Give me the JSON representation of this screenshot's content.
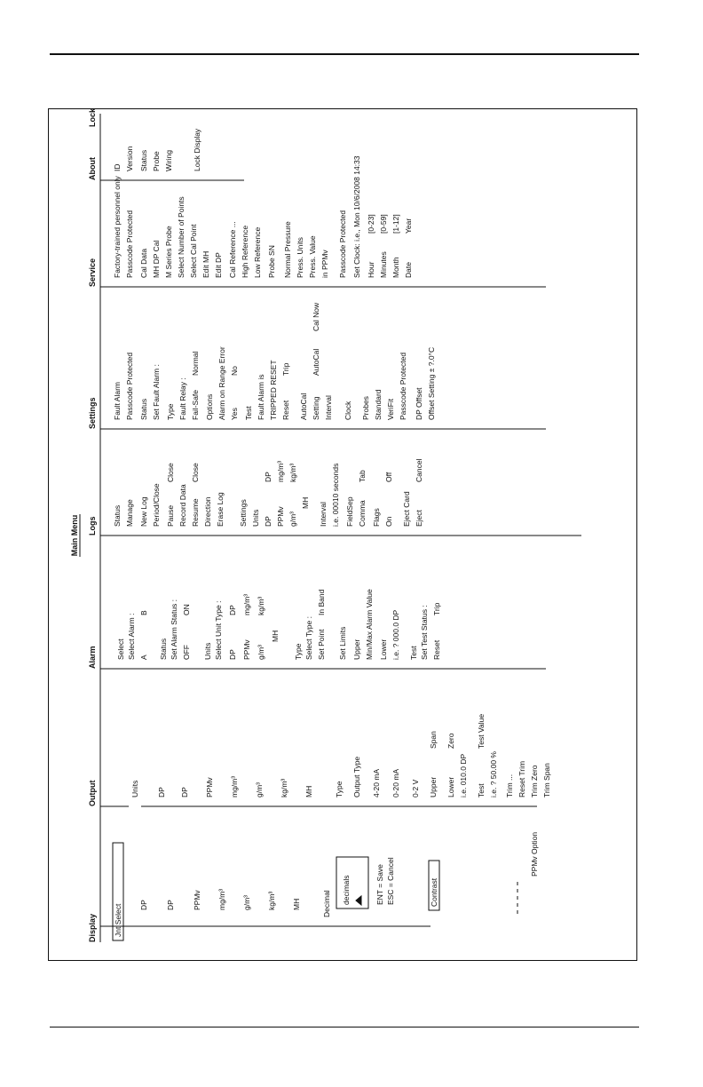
{
  "page": {
    "title": "Main Menu"
  },
  "diagram": {
    "sections": [
      {
        "id": "display",
        "label": "Display"
      },
      {
        "id": "output",
        "label": "Output"
      },
      {
        "id": "alarm",
        "label": "Alarm"
      },
      {
        "id": "logs",
        "label": "Logs"
      },
      {
        "id": "settings",
        "label": "Settings"
      },
      {
        "id": "service",
        "label": "Service"
      },
      {
        "id": "about",
        "label": "About"
      },
      {
        "id": "lock",
        "label": "Lock"
      }
    ],
    "labels": {
      "display_select": "Jnt Select",
      "display_units": [
        "DP",
        "DP",
        "PPMv",
        "mg/m³",
        "g/m³",
        "kg/m³",
        "MH"
      ],
      "decimal": "Decimal",
      "decimals": "decimals",
      "ent_save": "ENT = Save",
      "esc_cancel": "ESC = Cancel",
      "contrast": "Contrast",
      "ppmv_option": "PPMv Option",
      "output_units": "Units",
      "output_unit_list": [
        "DP",
        "DP",
        "PPMv",
        "mg/m³",
        "g/m³",
        "kg/m³",
        "MH"
      ],
      "output_type": "Type",
      "output_type_list": [
        "Output Type",
        "4-20 mA",
        "0-20 mA",
        "0-2 V"
      ],
      "upper": "Upper",
      "span": "Span",
      "lower": "Lower",
      "zero": "Zero",
      "example_dp": "i.e. 010.0 DP",
      "test": "Test",
      "test_value": "Test Value",
      "example_pct": "i.e. ? 50.00 %",
      "trim": "Trim ...",
      "reset_trim": "Reset Trim",
      "trim_zero": "Trim Zero",
      "trim_span": "Trim Span",
      "alarm_select": "Select",
      "select_alarm": "Select Alarm :",
      "alarm_a": "A",
      "alarm_b": "B",
      "alarm_status": "Status",
      "set_alarm_status": "Set Alarm Status :",
      "off": "OFF",
      "on": "ON",
      "alarm_units": "Units",
      "select_unit_type": "Select Unit Type :",
      "alarm_unit_list": [
        "DP",
        "DP",
        "mg/m³",
        "PPMv",
        "kg/m³",
        "g/m³",
        "MH"
      ],
      "alarm_type": "Type",
      "select_type": "Select Type :",
      "in_band": "In Band",
      "set_point": "Set Point",
      "alarm_limits": "Set Limits",
      "alarm_upper": "Upper",
      "min_max_value": "Min/Max Alarm Value",
      "alarm_lower": "Lower",
      "example_alarm_dp": "i.e. ? 000.0 DP",
      "alarm_test": "Test",
      "set_test_status": "Set Test Status :",
      "reset": "Reset",
      "trip": "Trip",
      "logs_status": "Status",
      "logs_manage": "Manage",
      "new_log": "New Log",
      "period_close": "Period/Close",
      "pause": "Pause",
      "close": "Close",
      "record_data": "Record Data",
      "resume": "Resume",
      "close_2": "Close",
      "direction": "Direction",
      "erase_log": "Erase Log",
      "logs_settings": "Settings",
      "logs_units": "Units",
      "logs_unit_list": [
        "DP",
        "DP",
        "mg/m³",
        "PPMv",
        "kg/m³",
        "g/m³",
        "MH"
      ],
      "interval": "Interval",
      "interval_example": "i.e. 00010 seconds",
      "field_sep": "FieldSep",
      "comma": "Comma",
      "tab": "Tab",
      "flags": "Flags",
      "flag_on": "On",
      "flag_off": "Off",
      "eject_card": "Eject Card",
      "eject": "Eject",
      "cancel": "Cancel",
      "fault_alarm": "Fault Alarm",
      "passcode_protected": "Passcode Protected",
      "settings_status": "Status",
      "set_fault_alarm": "Set Fault Alarm :",
      "settings_type": "Type",
      "fault_relay": "Fault Relay :",
      "fail_safe": "Fail-Safe",
      "normal": "Normal",
      "options": "Options",
      "alarm_on_range_error": "Alarm on Range Error",
      "yes": "Yes",
      "no": "No",
      "settings_test": "Test",
      "fault_alarm_is": "Fault Alarm is",
      "tripped_reset": "TRIPPED RESET",
      "settings_reset": "Reset",
      "settings_trip": "Trip",
      "autocal": "AutoCal",
      "setting": "Setting",
      "autocal_2": "AutoCal",
      "cal_now": "Cal Now",
      "interval_2": "Interval",
      "clock": "Clock",
      "probes": "Probes",
      "standard": "Standard",
      "verifit": "VeriFit",
      "passcode_protected_2": "Passcode Protected",
      "dp_offset": "DP Offset",
      "offset_example": "Offset Setting ± ?.0°C",
      "factory_trained": "Factory-trained personnel only",
      "passcode_protected_3": "Passcode Protected",
      "cal_data": "Cal Data",
      "mh_dp_cal": "MH DP Cal",
      "m_series_probe": "M Series Probe",
      "select_number_of_points": "Select Number of Points",
      "select_cal_point": "Select Cal Point",
      "edit_mh": "Edit MH",
      "edit_dp": "Edit DP",
      "cal_reference": "Cal Reference ...",
      "high_reference": "High Reference",
      "low_reference": "Low Reference",
      "probe_sn": "Probe SN",
      "normal_pressure": "Normal Pressure",
      "pressure_units": "Press. Units",
      "press_value": "Press. Value",
      "ppmv": "in PPMv",
      "passcode_protected_4": "Passcode Protected",
      "set_clock": "Set Clock: i.e., Mon 10/6/2008 14:33",
      "hour": "Hour",
      "hour_range": "[0-23]",
      "minutes": "Minutes",
      "minutes_range": "[0-59]",
      "month": "Month",
      "month_range": "[1-12]",
      "date": "Date",
      "year": "Year",
      "about_id": "ID",
      "about_version": "Version",
      "about_status": "Status",
      "about_probe": "Probe",
      "about_wiring": "Wiring",
      "lock_display": "Lock Display"
    }
  }
}
